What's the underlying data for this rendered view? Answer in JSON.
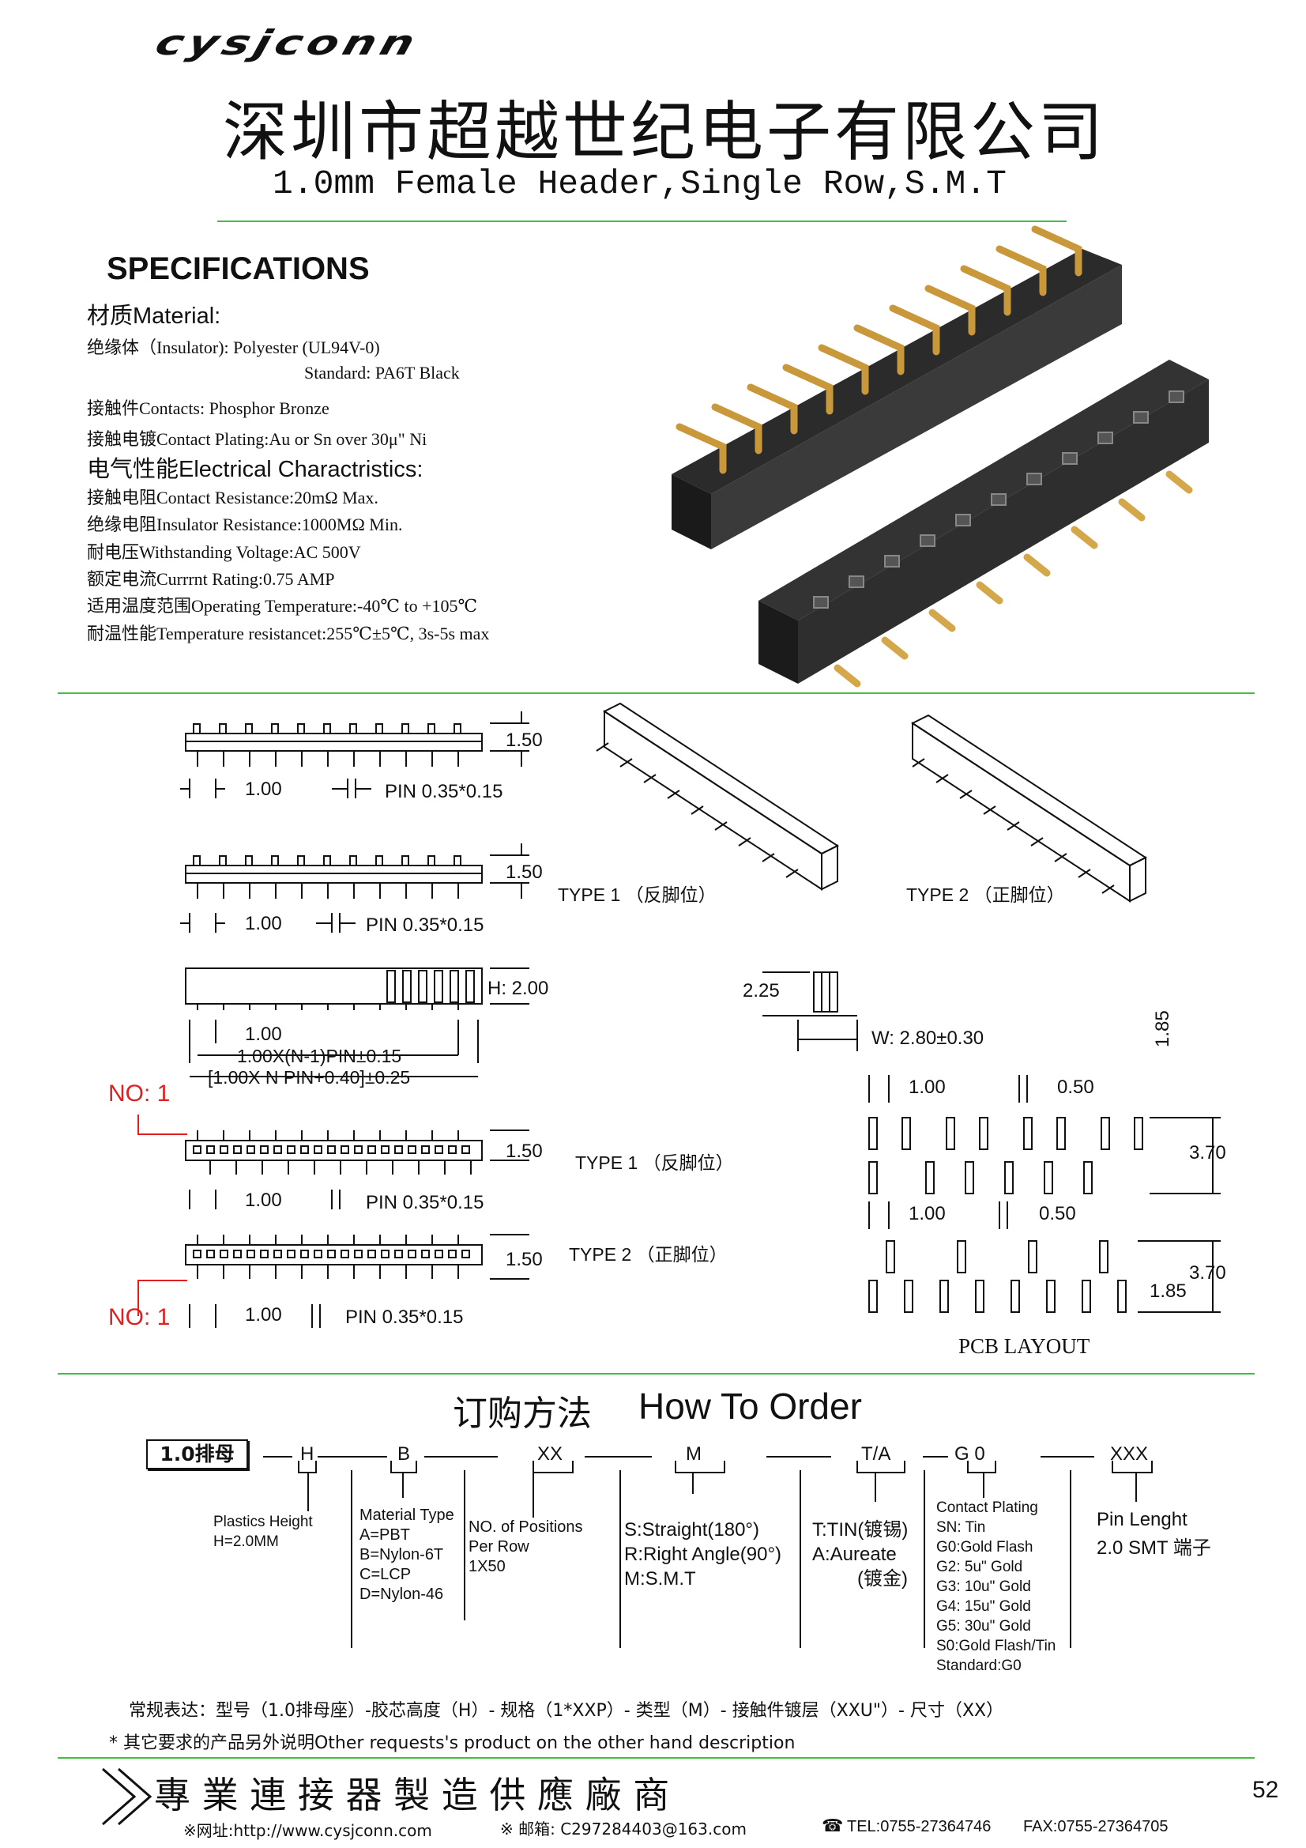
{
  "header": {
    "logo_text": "cysjconn",
    "company_cn": "深圳市超越世纪电子有限公司",
    "product_title": "1.0mm Female Header,Single Row,S.M.T"
  },
  "specs": {
    "heading": "SPECIFICATIONS",
    "material_label": "材质Material:",
    "insulator": "绝缘体（Insulator):  Polyester (UL94V-0)",
    "standard": "Standard: PA6T Black",
    "contacts": "接触件Contacts: Phosphor Bronze",
    "plating": "接触电镀Contact Plating:Au or Sn over 30μ\" Ni",
    "electrical_label": "电气性能Electrical Charactristics:",
    "contact_resistance": "接触电阻Contact Resistance:20mΩ Max.",
    "insulator_resistance": "绝缘电阻Insulator Resistance:1000MΩ Min.",
    "withstanding_voltage": "耐电压Withstanding Voltage:AC 500V",
    "current_rating": "额定电流Currrnt Rating:0.75 AMP",
    "operating_temp": "适用温度范围Operating Temperature:-40℃ to +105℃",
    "temp_resistance": "耐温性能Temperature resistancet:255℃±5℃, 3s-5s max"
  },
  "drawing": {
    "dim_150": "1.50",
    "dim_100": "1.00",
    "pin_spec": "PIN 0.35*0.15",
    "dim_h200": "H: 2.00",
    "dim_formula1": "1.00X(N-1)PIN±0.15",
    "dim_formula2": "[1.00X N PIN+0.40]±0.25",
    "no1": "NO: 1",
    "type1": "TYPE 1 （反脚位）",
    "type2": "TYPE 2 （正脚位）",
    "dim_225": "2.25",
    "dim_w": "W: 2.80±0.30",
    "dim_050": "0.50",
    "dim_185": "1.85",
    "dim_370": "3.70",
    "pcb_layout": "PCB LAYOUT"
  },
  "order": {
    "title_cn": "订购方法",
    "title_en": "How To Order",
    "code_box": "1.0排母",
    "codes": [
      "H",
      "B",
      "XX",
      "M",
      "T/A",
      "G 0",
      "XXX"
    ],
    "plastic_height": [
      "Plastics Height",
      "H=2.0MM"
    ],
    "material_type": [
      "Material Type",
      "A=PBT",
      "B=Nylon-6T",
      "C=LCP",
      "D=Nylon-46"
    ],
    "positions": [
      "NO. of Positions",
      "Per Row",
      "1X50"
    ],
    "style": [
      "S:Straight(180°)",
      "R:Right Angle(90°)",
      "M:S.M.T"
    ],
    "termination": [
      "T:TIN(镀锡)",
      "A:Aureate",
      "(镀金)"
    ],
    "contact_plating": [
      "Contact Plating",
      "SN: Tin",
      "G0:Gold Flash",
      "G2:  5u\" Gold",
      "G3: 10u\" Gold",
      "G4: 15u\" Gold",
      "G5: 30u\" Gold",
      "S0:Gold Flash/Tin",
      "Standard:G0"
    ],
    "pin_length": [
      "Pin Lenght",
      "2.0 SMT 端子"
    ],
    "expression": "常规表达：型号（1.0排母座）-胶芯高度（H）- 规格（1*XXP）- 类型（M）- 接触件镀层（XXU\"）- 尺寸（XX）",
    "note": "* 其它要求的产品另外说明Other requests's product on the other hand description"
  },
  "footer": {
    "slogan": "專 業 連 接 器 製 造 供 應 廠 商",
    "page_number": "52",
    "website": "※网址:http://www.cysjconn.com",
    "email": "※ 邮箱:  C297284403@163.com",
    "tel": "TEL:0755-27364746",
    "fax": "FAX:0755-27364705"
  },
  "colors": {
    "rule": "#3fbf3f",
    "accent_red": "#e02020",
    "pin_gold": "#d4a84a"
  }
}
